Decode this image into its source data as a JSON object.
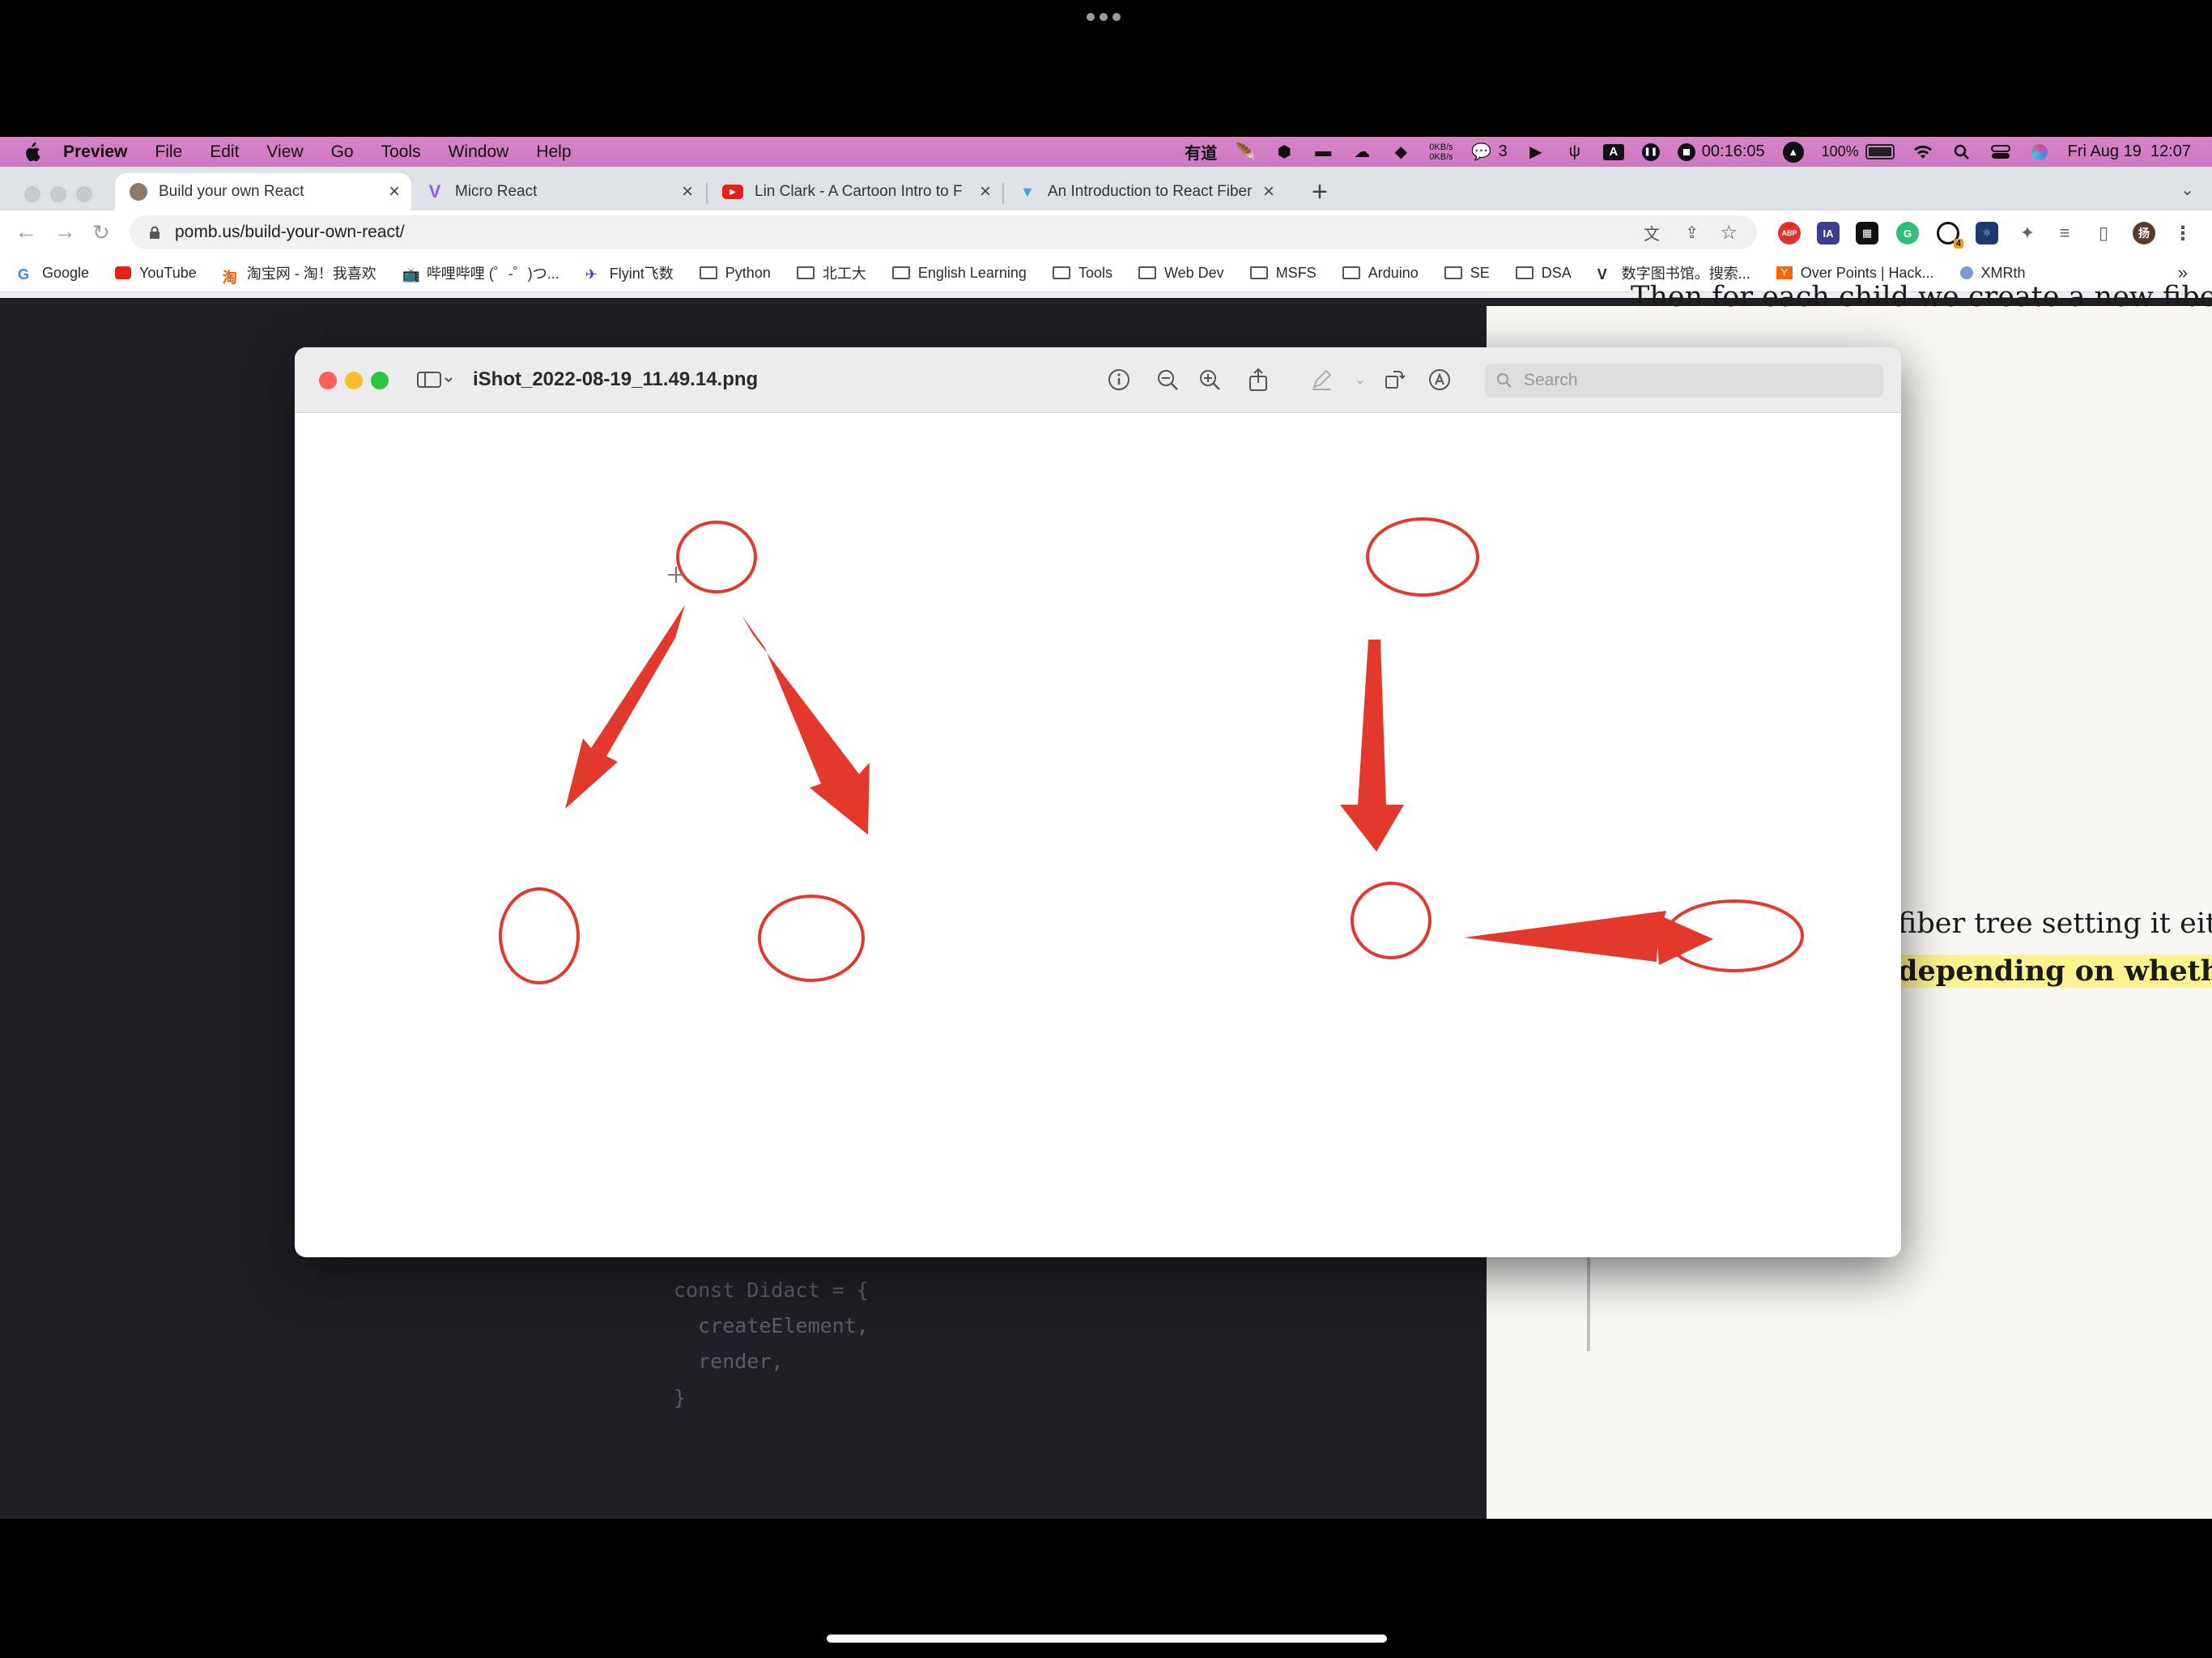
{
  "menubar": {
    "app": "Preview",
    "items": [
      "File",
      "Edit",
      "View",
      "Go",
      "Tools",
      "Window",
      "Help"
    ],
    "status": {
      "youdao": "有道",
      "net_up": "0KB/s",
      "net_down": "0KB/s",
      "wechat_count": "3",
      "timer": "00:16:05",
      "battery": "100%",
      "datetime": "Fri Aug 19  12:07"
    }
  },
  "browser": {
    "tabs": [
      {
        "label": "Build your own React",
        "active": true
      },
      {
        "label": "Micro React",
        "active": false
      },
      {
        "label": "Lin Clark - A Cartoon Intro to F",
        "active": false
      },
      {
        "label": "An Introduction to React Fiber",
        "active": false
      }
    ],
    "url": "pomb.us/build-your-own-react/",
    "bookmarks": [
      "Google",
      "YouTube",
      "淘宝网 - 淘！我喜欢",
      "哔哩哔哩 (゜-゜)つ...",
      "Flyint飞数",
      "Python",
      "北工大",
      "English Learning",
      "Tools",
      "Web Dev",
      "MSFS",
      "Arduino",
      "SE",
      "DSA",
      "数字图书馆。搜索...",
      "Over Points | Hack...",
      "XMRth"
    ],
    "ext_badge": "4",
    "profile_initial": "扬"
  },
  "article": {
    "line1": "Then for each child we create a new fiber.",
    "line2": "fiber tree setting it eithe",
    "line3": "depending on whether i"
  },
  "code": {
    "lines": [
      "const Didact = {",
      "  createElement,",
      "  render,",
      "}"
    ]
  },
  "preview": {
    "title": "iShot_2022-08-19_11.49.14.png",
    "search_placeholder": "Search"
  },
  "colors": {
    "menubar": "#d783c8",
    "drawing_red": "#e2392c",
    "code_bg": "#1f2026",
    "article_bg": "#f9f7f3",
    "highlight": "#fbf38d"
  }
}
